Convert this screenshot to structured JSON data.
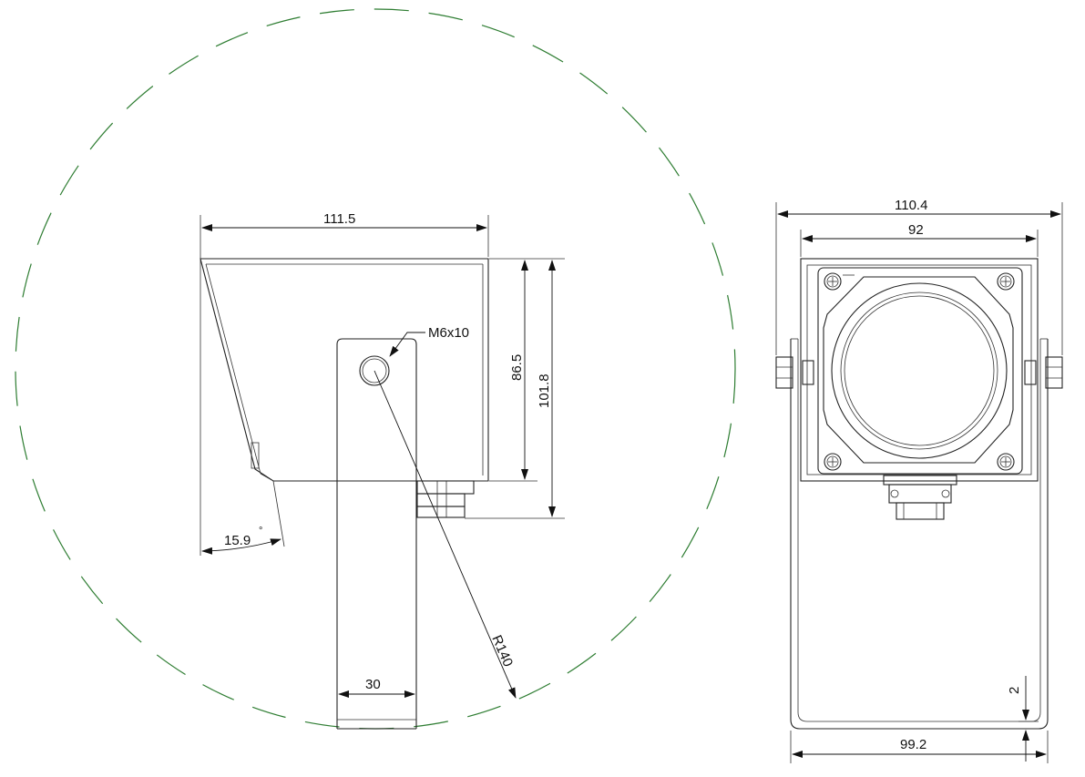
{
  "colors": {
    "line": "#222222",
    "swing_circle": "#2e7d32",
    "background": "#ffffff"
  },
  "side_view": {
    "width_label": "111.5",
    "housing_height_label": "86.5",
    "total_height_label": "101.8",
    "tilt_angle_label": "15.9",
    "tilt_angle_unit": "°",
    "bolt_label": "M6x10",
    "radius_label": "R140",
    "bracket_width_label": "30"
  },
  "front_view": {
    "overall_width_label": "110.4",
    "housing_width_label": "92",
    "bracket_width_label": "99.2",
    "bracket_thickness_label": "2"
  }
}
